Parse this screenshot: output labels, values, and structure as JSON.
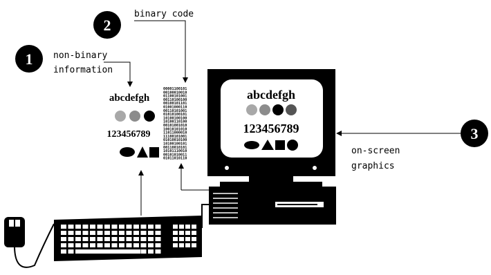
{
  "callouts": [
    {
      "number": "1",
      "label_lines": [
        "non-binary",
        "information"
      ]
    },
    {
      "number": "2",
      "label_lines": [
        "binary code"
      ]
    },
    {
      "number": "3",
      "label_lines": [
        "on-screen",
        "graphics"
      ]
    }
  ],
  "samples": {
    "letters": "abcdefgh",
    "digits": "123456789"
  },
  "binary_rows": [
    "00001100101",
    "00100010010",
    "01100101001",
    "00110100100",
    "00100101101",
    "01001000110",
    "00110101001",
    "01010100101",
    "10100100100",
    "10100110100",
    "00101001010",
    "10010101010",
    "11011000010",
    "11100101001",
    "01010010100",
    "10100100101",
    "00110010101",
    "10101110010",
    "00101010011",
    "01011010110"
  ],
  "colors": {
    "ink": "#000000",
    "paper": "#ffffff",
    "light_gray": "#a8a8a8",
    "mid_gray": "#8c8c8c",
    "dark_gray": "#555555"
  }
}
